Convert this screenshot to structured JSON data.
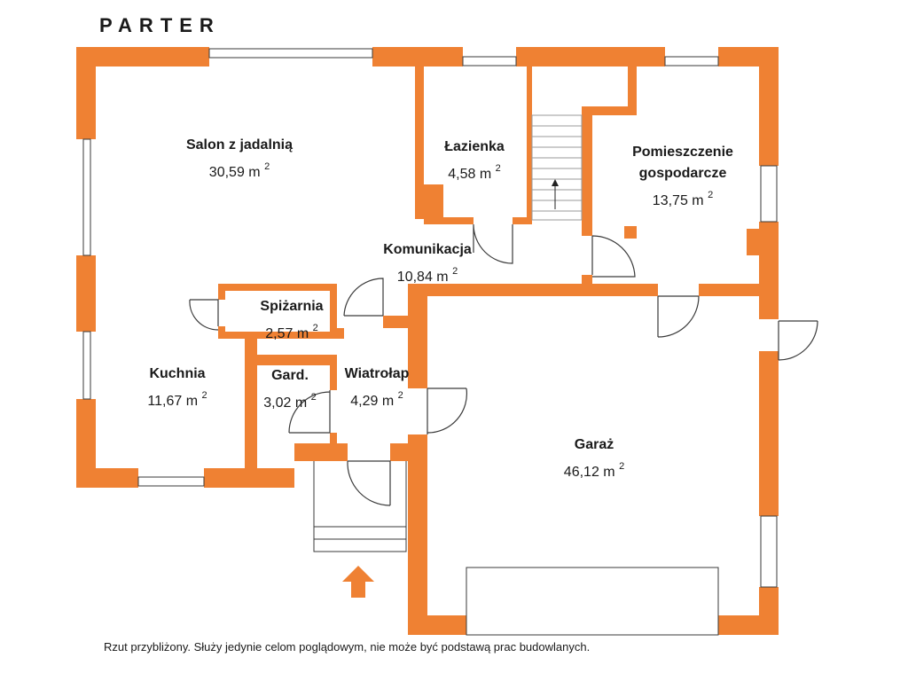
{
  "plan": {
    "title": "PARTER",
    "note": "Rzut przybliżony. Służy jedynie celom poglądowym, nie może być podstawą prac budowlanych.",
    "colors": {
      "wall": "#ef8133",
      "line": "#3a3a3a",
      "background": "#ffffff"
    },
    "unit": "m",
    "unit_exp": "2",
    "rooms": [
      {
        "id": "salon",
        "name": "Salon z jadalnią",
        "area": "30,59"
      },
      {
        "id": "lazienka",
        "name": "Łazienka",
        "area": "4,58"
      },
      {
        "id": "pomieszczenie",
        "name": "Pomieszczenie gospodarcze",
        "name_line1": "Pomieszczenie",
        "name_line2": "gospodarcze",
        "area": "13,75"
      },
      {
        "id": "komunikacja",
        "name": "Komunikacja",
        "area": "10,84"
      },
      {
        "id": "spizarnia",
        "name": "Spiżarnia",
        "area": "2,57"
      },
      {
        "id": "kuchnia",
        "name": "Kuchnia",
        "area": "11,67"
      },
      {
        "id": "gard",
        "name": "Gard.",
        "area": "3,02"
      },
      {
        "id": "wiatrolap",
        "name": "Wiatrołap",
        "area": "4,29"
      },
      {
        "id": "garaz",
        "name": "Garaż",
        "area": "46,12"
      }
    ],
    "entrance_arrow": "up-arrow-icon"
  }
}
